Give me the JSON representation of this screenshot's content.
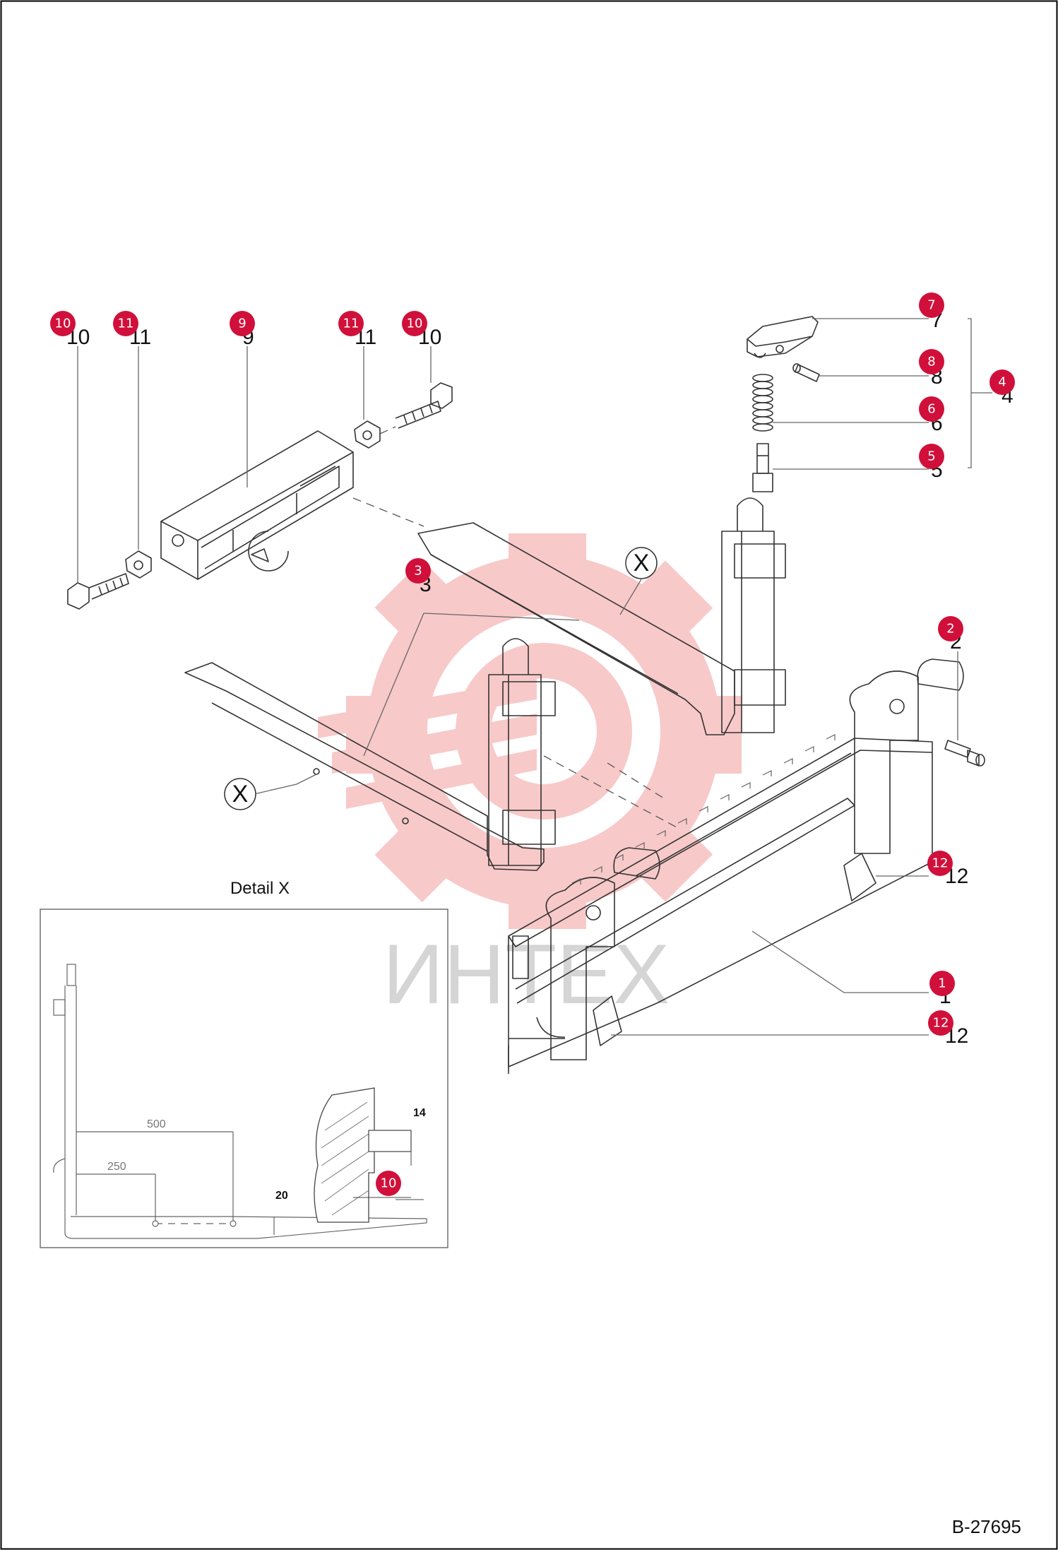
{
  "drawing_number": "B-27695",
  "watermark_text": "ИНТЕХ",
  "detail": {
    "title": "Detail X",
    "dim_500": "500",
    "dim_250": "250",
    "dim_20": "20",
    "dim_14": "14"
  },
  "section_marker": "X",
  "callouts": [
    {
      "id": "c10a",
      "text": "10",
      "badge": "10"
    },
    {
      "id": "c11a",
      "text": "11",
      "badge": "11"
    },
    {
      "id": "c9",
      "text": "9",
      "badge": "9"
    },
    {
      "id": "c11b",
      "text": "11",
      "badge": "11"
    },
    {
      "id": "c10b",
      "text": "10",
      "badge": "10"
    },
    {
      "id": "c7",
      "text": "7",
      "badge": "7"
    },
    {
      "id": "c8",
      "text": "8",
      "badge": "8"
    },
    {
      "id": "c6",
      "text": "6",
      "badge": "6"
    },
    {
      "id": "c5",
      "text": "5",
      "badge": "5"
    },
    {
      "id": "c4",
      "text": "4",
      "badge": "4"
    },
    {
      "id": "c3",
      "text": "3",
      "badge": "3"
    },
    {
      "id": "c2",
      "text": "2",
      "badge": "2"
    },
    {
      "id": "c12a",
      "text": "12",
      "badge": "12"
    },
    {
      "id": "c1",
      "text": "1",
      "badge": "1"
    },
    {
      "id": "c12b",
      "text": "12",
      "badge": "12"
    },
    {
      "id": "c10d",
      "text": "",
      "badge": "10"
    }
  ],
  "colors": {
    "badge": "#d0103a",
    "watermark": "#f08a8a",
    "line": "#333333"
  }
}
